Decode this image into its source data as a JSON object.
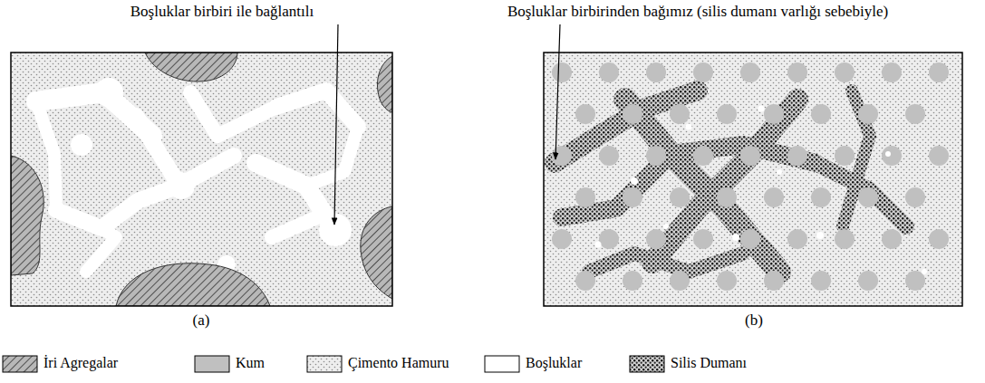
{
  "diagram": {
    "labels": [
      "Boşluklar birbiri ile bağlantılı",
      "Boşluklar birbirinden bağımız (silis dumanı varlığı sebebiyle)",
      "(a)",
      "(b)"
    ],
    "legend": [
      {
        "text": "İri Agregalar"
      },
      {
        "text": "Kum",
        "color": "#c0c0c0"
      },
      {
        "text": "Çimento Hamuru"
      },
      {
        "text": "Boşluklar",
        "color": "#ffffff"
      },
      {
        "text": "Silis Dumanı"
      }
    ]
  }
}
